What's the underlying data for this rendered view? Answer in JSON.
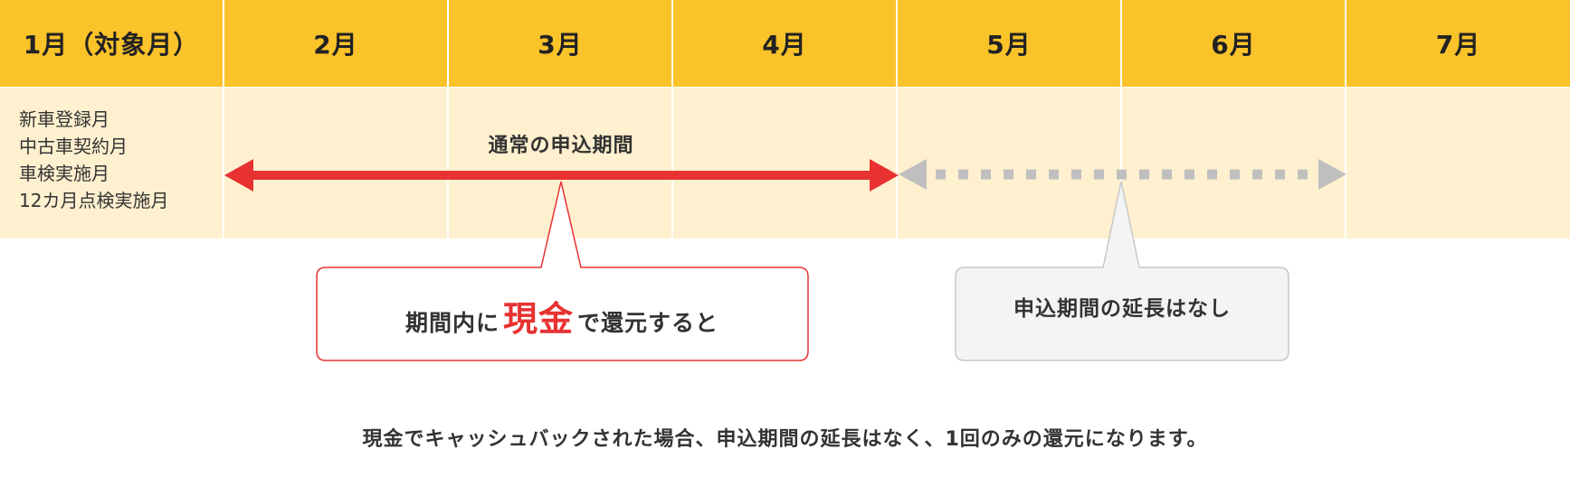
{
  "colors": {
    "header_bg": "#fbc32a",
    "body_bg": "#fff0cf",
    "arrow_red": "#e83232",
    "arrow_gray": "#bfbfbf",
    "callout_gray_bg": "#f3f4f6"
  },
  "months": [
    "1月（対象月）",
    "2月",
    "3月",
    "4月",
    "5月",
    "6月",
    "7月"
  ],
  "target_events": [
    "新車登録月",
    "中古車契約月",
    "車検実施月",
    "12カ月点検実施月"
  ],
  "normal_period_label": "通常の申込期間",
  "callout_cash": {
    "before": "期間内に",
    "highlight": "現金",
    "after": "で還元すると"
  },
  "callout_extension": "申込期間の延長はなし",
  "footer_note": "現金でキャッシュバックされた場合、申込期間の延長はなく、1回のみの還元になります。"
}
